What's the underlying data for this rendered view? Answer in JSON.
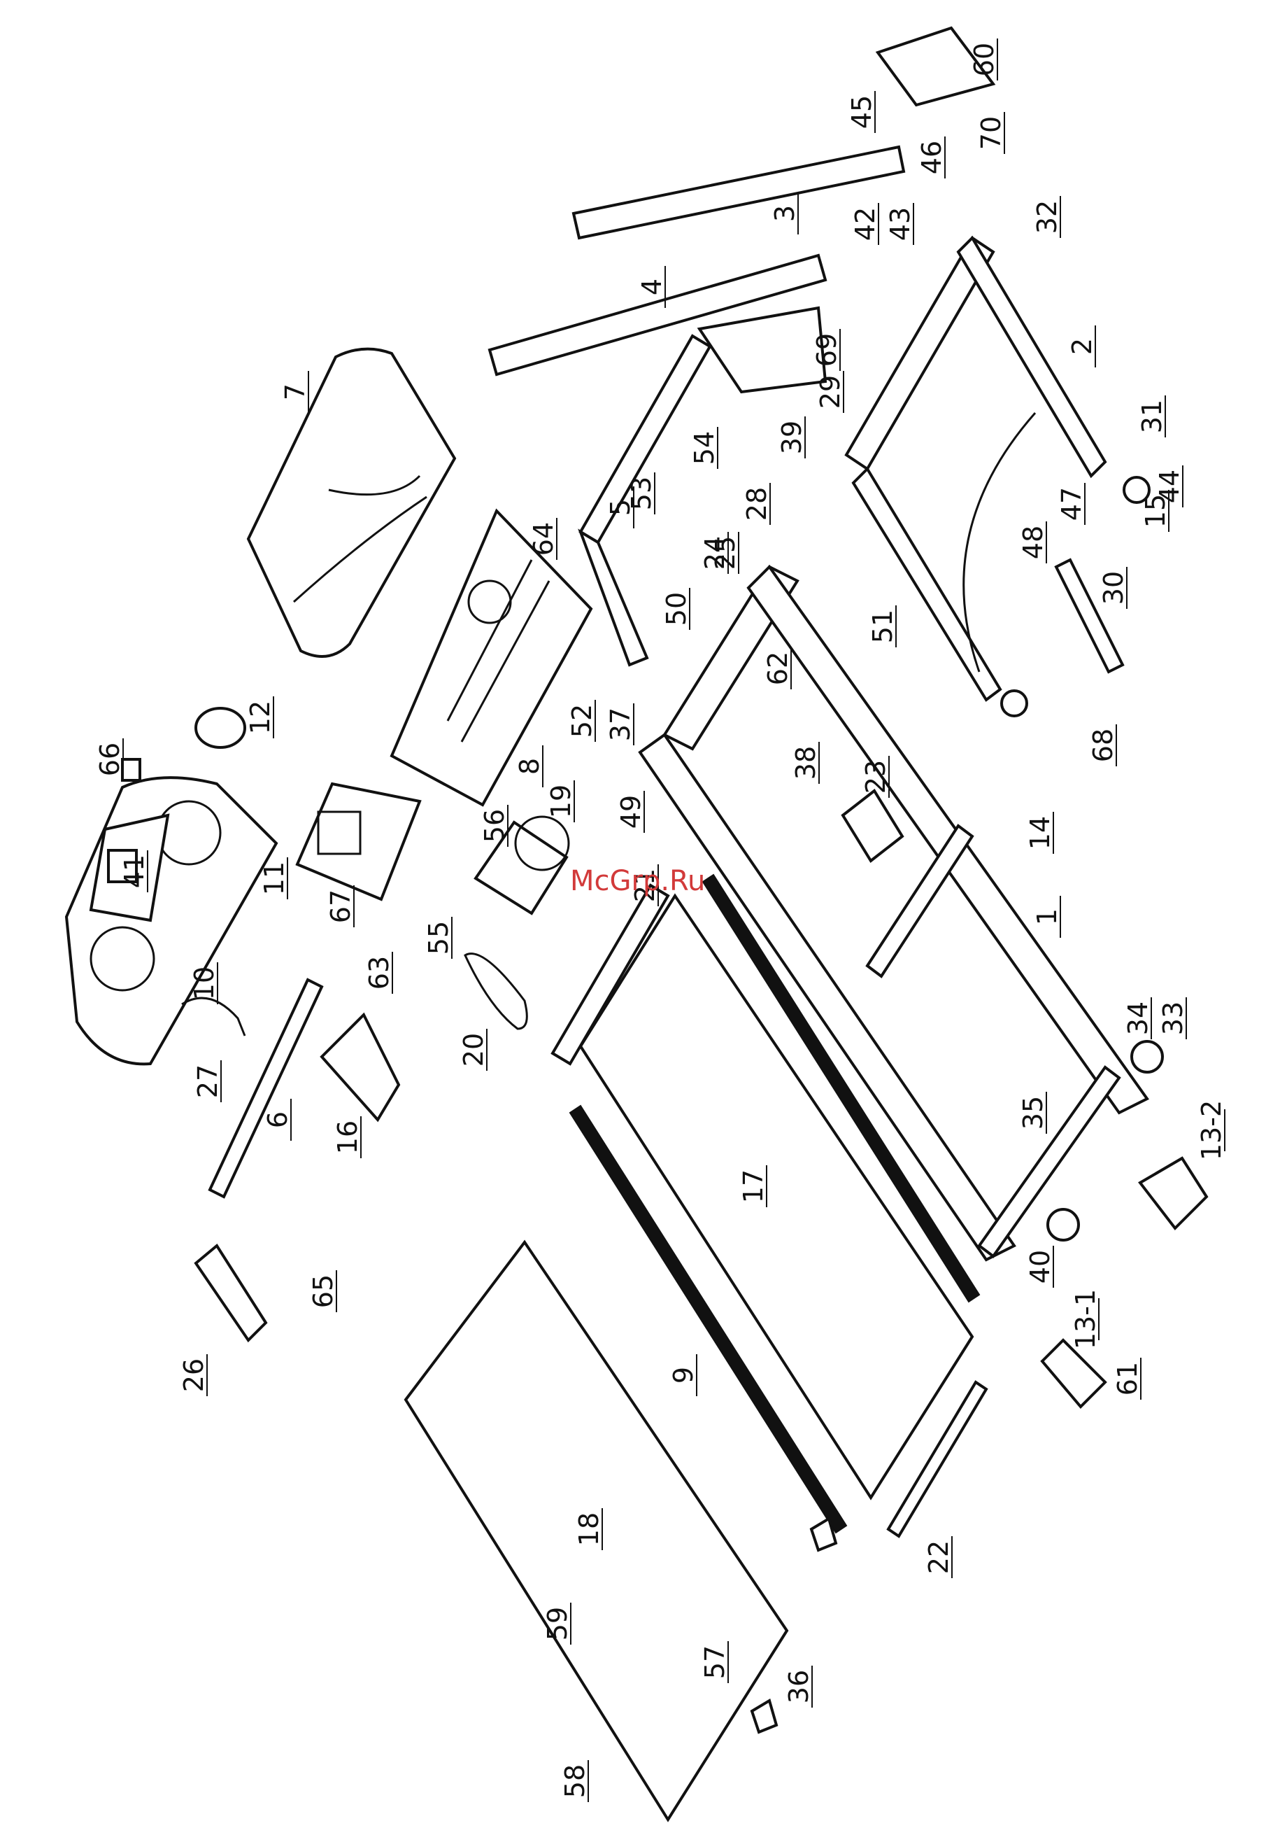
{
  "watermark": "McGrp.Ru",
  "labels": [
    "1",
    "2",
    "3",
    "4",
    "5",
    "6",
    "7",
    "8",
    "9",
    "10",
    "11",
    "12",
    "13-1",
    "13-2",
    "14",
    "15",
    "16",
    "17",
    "18",
    "19",
    "20",
    "21",
    "22",
    "23",
    "24",
    "25",
    "26",
    "27",
    "28",
    "29",
    "30",
    "31",
    "32",
    "33",
    "34",
    "35",
    "36",
    "37",
    "38",
    "39",
    "40",
    "41",
    "42",
    "43",
    "44",
    "45",
    "46",
    "47",
    "48",
    "49",
    "50",
    "51",
    "52",
    "53",
    "54",
    "55",
    "56",
    "57",
    "58",
    "59",
    "60",
    "61",
    "62",
    "63",
    "64",
    "65",
    "66",
    "67",
    "68",
    "69",
    "70"
  ]
}
